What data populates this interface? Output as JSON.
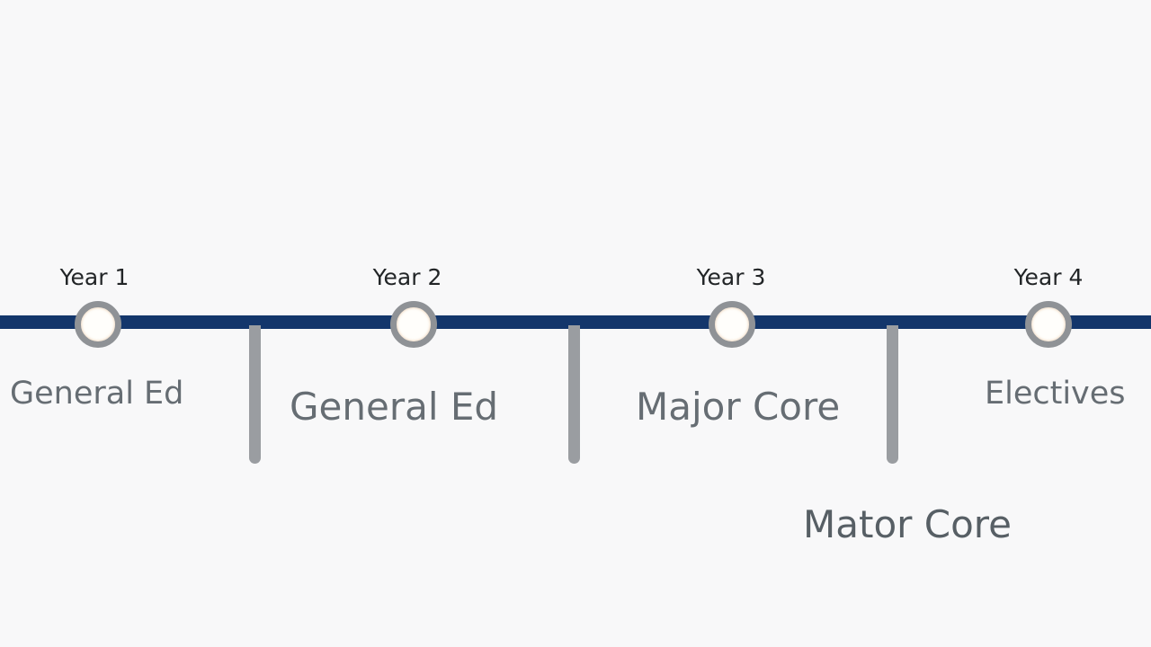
{
  "timeline": {
    "years": [
      {
        "label": "Year 1",
        "segment": "General Ed"
      },
      {
        "label": "Year 2",
        "segment": "General Ed"
      },
      {
        "label": "Year 3",
        "segment": "Major Core"
      },
      {
        "label": "Year 4",
        "segment": "Electives"
      }
    ],
    "extra_label": "Mator Core"
  }
}
